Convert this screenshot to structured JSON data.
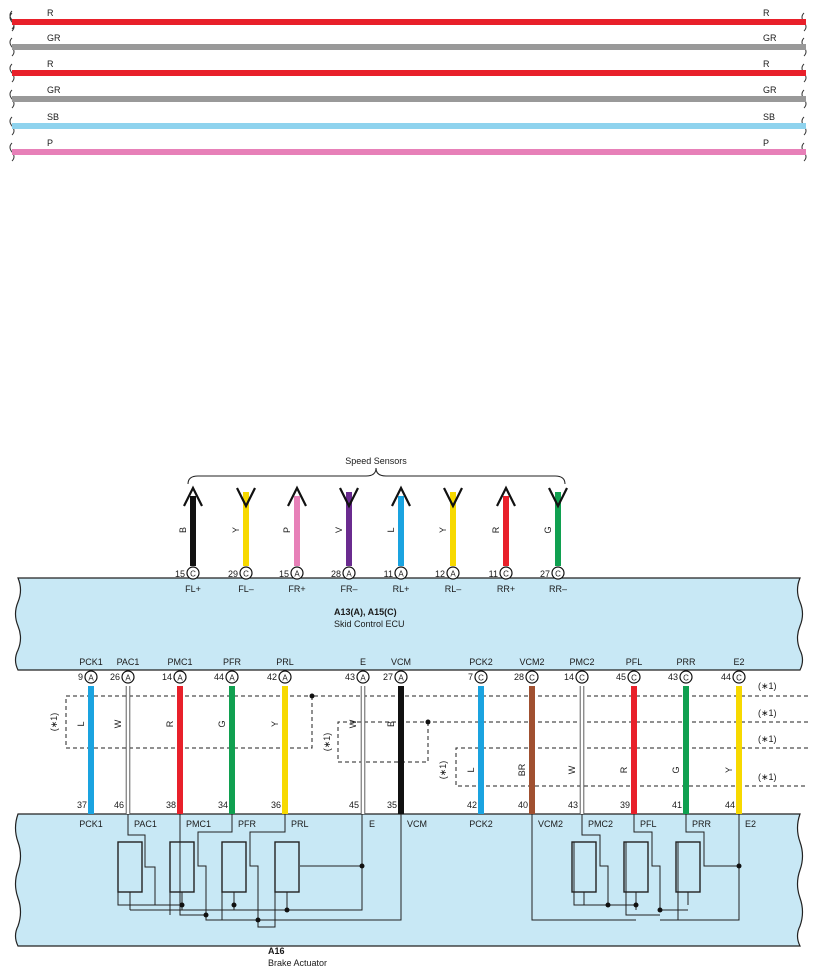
{
  "colors": {
    "R": "#e8202a",
    "GR": "#999999",
    "SB": "#8fd3ee",
    "P": "#e780b8",
    "B": "#111111",
    "Y": "#f7d900",
    "V": "#6a2b8f",
    "L": "#1aa3e0",
    "G": "#10a050",
    "BR": "#a05030",
    "W": "#ffffff",
    "panel": "#c8e8f5",
    "outline": "#222222"
  },
  "top_wires": [
    {
      "label": "R"
    },
    {
      "label": "GR"
    },
    {
      "label": "R"
    },
    {
      "label": "GR"
    },
    {
      "label": "SB"
    },
    {
      "label": "P"
    }
  ],
  "speed_sensors": {
    "title": "Speed Sensors",
    "wires": [
      {
        "color": "B",
        "pin": "15",
        "conn": "C",
        "label": "FL+",
        "dir": "up"
      },
      {
        "color": "Y",
        "pin": "29",
        "conn": "C",
        "label": "FL–",
        "dir": "down"
      },
      {
        "color": "P",
        "pin": "15",
        "conn": "A",
        "label": "FR+",
        "dir": "up"
      },
      {
        "color": "V",
        "pin": "28",
        "conn": "A",
        "label": "FR–",
        "dir": "down"
      },
      {
        "color": "L",
        "pin": "11",
        "conn": "A",
        "label": "RL+",
        "dir": "up"
      },
      {
        "color": "Y",
        "pin": "12",
        "conn": "A",
        "label": "RL–",
        "dir": "down"
      },
      {
        "color": "R",
        "pin": "11",
        "conn": "C",
        "label": "RR+",
        "dir": "up"
      },
      {
        "color": "G",
        "pin": "27",
        "conn": "C",
        "label": "RR–",
        "dir": "down"
      }
    ]
  },
  "ecu": {
    "title": "A13(A), A15(C)",
    "subtitle": "Skid Control ECU"
  },
  "actuator": {
    "title": "A16",
    "subtitle": "Brake Actuator"
  },
  "note": "(∗1)",
  "bottom_wires": [
    {
      "top_label": "PCK1",
      "pin_top": "9",
      "conn": "A",
      "color": "L",
      "pin_bottom": "37",
      "bottom_label": "PCK1"
    },
    {
      "top_label": "PAC1",
      "pin_top": "26",
      "conn": "A",
      "color": "W",
      "pin_bottom": "46",
      "bottom_label": "PAC1"
    },
    {
      "top_label": "PMC1",
      "pin_top": "14",
      "conn": "A",
      "color": "R",
      "pin_bottom": "38",
      "bottom_label": "PMC1"
    },
    {
      "top_label": "PFR",
      "pin_top": "44",
      "conn": "A",
      "color": "G",
      "pin_bottom": "34",
      "bottom_label": "PFR"
    },
    {
      "top_label": "PRL",
      "pin_top": "42",
      "conn": "A",
      "color": "Y",
      "pin_bottom": "36",
      "bottom_label": "PRL"
    },
    {
      "top_label": "E",
      "pin_top": "43",
      "conn": "A",
      "color": "W",
      "pin_bottom": "45",
      "bottom_label": "E"
    },
    {
      "top_label": "VCM",
      "pin_top": "27",
      "conn": "A",
      "color": "B",
      "pin_bottom": "35",
      "bottom_label": "VCM"
    },
    {
      "top_label": "PCK2",
      "pin_top": "7",
      "conn": "C",
      "color": "L",
      "pin_bottom": "42",
      "bottom_label": "PCK2"
    },
    {
      "top_label": "VCM2",
      "pin_top": "28",
      "conn": "C",
      "color": "BR",
      "pin_bottom": "40",
      "bottom_label": "VCM2"
    },
    {
      "top_label": "PMC2",
      "pin_top": "14",
      "conn": "C",
      "color": "W",
      "pin_bottom": "43",
      "bottom_label": "PMC2"
    },
    {
      "top_label": "PFL",
      "pin_top": "45",
      "conn": "C",
      "color": "R",
      "pin_bottom": "39",
      "bottom_label": "PFL"
    },
    {
      "top_label": "PRR",
      "pin_top": "43",
      "conn": "C",
      "color": "G",
      "pin_bottom": "41",
      "bottom_label": "PRR"
    },
    {
      "top_label": "E2",
      "pin_top": "44",
      "conn": "C",
      "color": "Y",
      "pin_bottom": "44",
      "bottom_label": "E2"
    }
  ]
}
